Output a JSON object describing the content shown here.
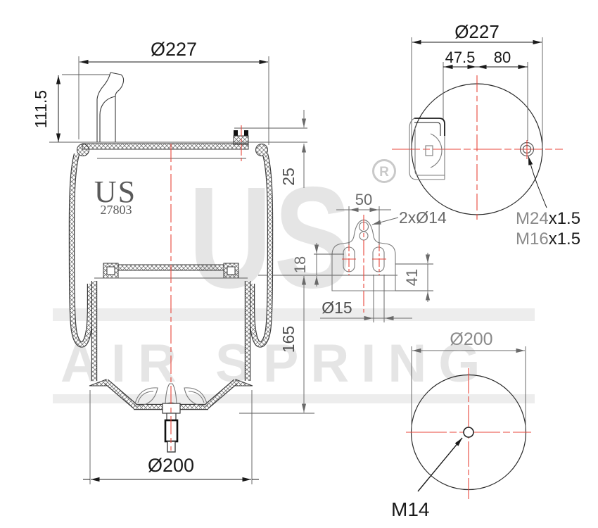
{
  "watermark": {
    "brand": "US",
    "registered": "R",
    "band": "AIR SPRING"
  },
  "logo": {
    "brand": "US",
    "part_number": "27803"
  },
  "main_view": {
    "top_diameter": "Ø227",
    "mount_height": "111.5",
    "port_height": "25",
    "body_height": "165",
    "piston_diameter": "Ø200"
  },
  "top_view": {
    "outer_diameter": "Ø227",
    "bracket_offset": "47.5",
    "port_offset": "80",
    "port_thread_outer": "M24",
    "port_thread_outer_pitch": "x1.5",
    "port_thread_inner": "M16",
    "port_thread_inner_pitch": "x1.5"
  },
  "bracket_detail": {
    "hole_spacing": "50",
    "top_holes": "2xØ14",
    "slot_length": "18",
    "bottom_offset": "41",
    "slot_width": "Ø15"
  },
  "bottom_view": {
    "diameter": "Ø200",
    "stud_thread": "M14"
  },
  "colors": {
    "centerline_red": "#e8453a",
    "line_dark": "#1a1a1a",
    "line_gray": "#6a6a6a",
    "watermark_gray": "#e5e5e5"
  }
}
